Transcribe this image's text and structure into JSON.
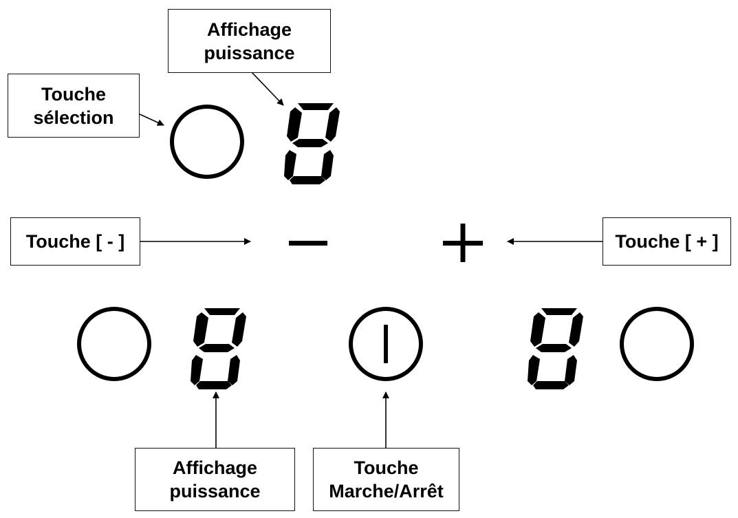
{
  "colors": {
    "ink": "#000000",
    "box_border": "#111111",
    "background": "#ffffff"
  },
  "labels": {
    "power_display_top": {
      "line1": "Affichage",
      "line2": "puissance"
    },
    "selection_key": {
      "line1": "Touche",
      "line2": "sélection"
    },
    "minus_key": {
      "text": "Touche [ - ]"
    },
    "plus_key": {
      "text": "Touche [ + ]"
    },
    "power_display_bottom": {
      "line1": "Affichage",
      "line2": "puissance"
    },
    "on_off_key": {
      "line1": "Touche",
      "line2": "Marche/Arrêt"
    }
  },
  "controls": {
    "minus_icon": "minus-icon",
    "plus_icon": "plus-icon",
    "power_icon": "power-icon",
    "display_icon": "seven-segment-display-icon",
    "selection_icon": "circle-button-icon"
  }
}
